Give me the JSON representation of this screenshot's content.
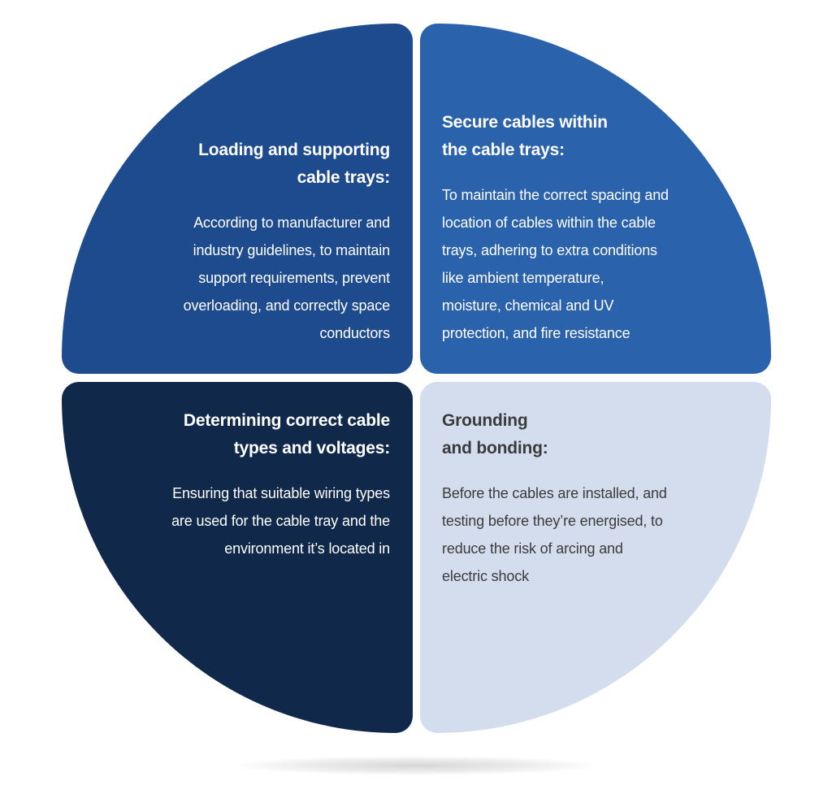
{
  "quadrants": {
    "top_left": {
      "heading": "Loading and supporting\ncable trays:",
      "body": "According to manufacturer and\nindustry guidelines, to maintain\nsupport requirements, prevent\noverloading, and correctly space\nconductors",
      "color": "#1e4b8d"
    },
    "top_right": {
      "heading": "Secure cables within\nthe cable trays:",
      "body": "To maintain the correct spacing and\nlocation of cables within the cable\ntrays, adhering to extra conditions\nlike ambient temperature,\nmoisture, chemical and UV\nprotection, and fire resistance",
      "color": "#2a62ab"
    },
    "bottom_left": {
      "heading": "Determining correct cable\ntypes and voltages:",
      "body": "Ensuring that suitable wiring types\nare used for the cable tray and the\nenvironment it’s located in",
      "color": "#10284a"
    },
    "bottom_right": {
      "heading": "Grounding\nand bonding:",
      "body": "Before the cables are installed, and\ntesting before they’re energised, to\nreduce the risk of arcing and\nelectric shock",
      "color": "#d4ddee"
    }
  }
}
